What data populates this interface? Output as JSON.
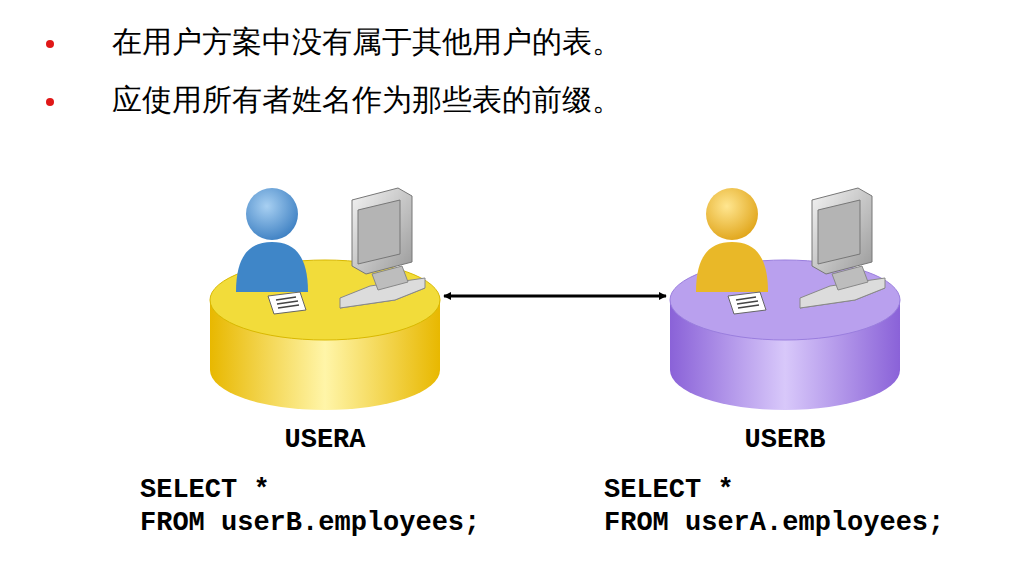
{
  "diagram": {
    "nodes": [
      {
        "text": [
          "USERA"
        ]
      },
      {
        "text": [
          "USERB"
        ]
      }
    ],
    "edges": [
      {
        "from": 0,
        "to": 1,
        "arrow": "both"
      }
    ],
    "labels": [
      "在用户方案中没有属于其他用户的表。",
      "应使用所有者姓名作为那些表的前缀。",
      "SELECT *",
      "FROM userB.employees;",
      "SELECT *",
      "FROM userA.employees;"
    ]
  }
}
